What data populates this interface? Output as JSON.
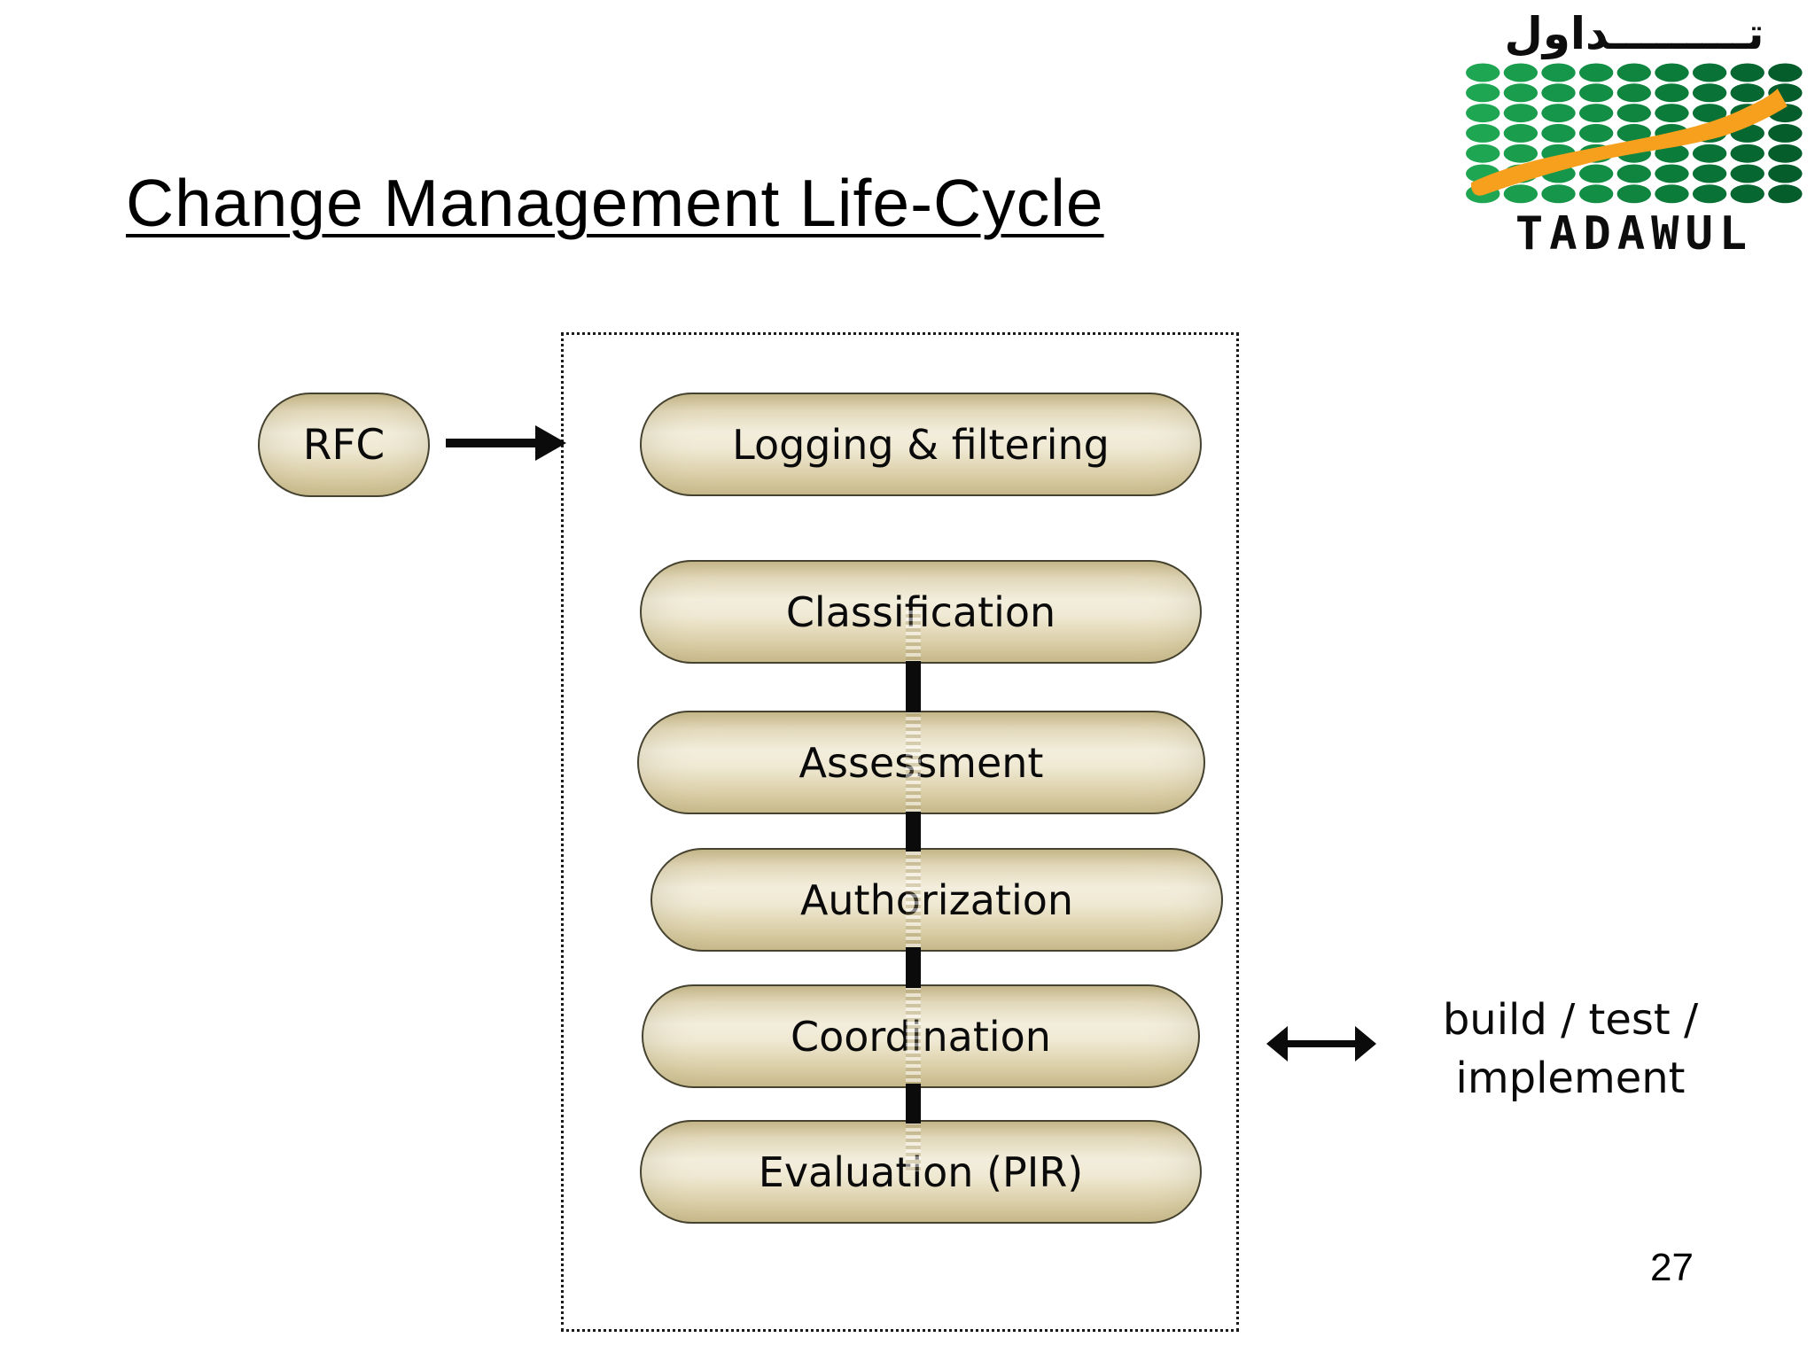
{
  "slide": {
    "title": "Change Management Life-Cycle",
    "page_number": "27"
  },
  "logo": {
    "arabic_text": "تـــــــــداول",
    "brand_name": "TADAWUL",
    "swoosh_color": "#F6A01E",
    "dot_columns": [
      "#1FA653",
      "#1A9E4E",
      "#16964A",
      "#128E45",
      "#0F8540",
      "#0C7C3B",
      "#097236",
      "#076731",
      "#055D2C"
    ]
  },
  "diagram": {
    "rfc_label": "RFC",
    "stages": [
      "Logging & filtering",
      "Classification",
      "Assessment",
      "Authorization",
      "Coordination",
      "Evaluation (PIR)"
    ],
    "side_note_line1": "build / test /",
    "side_note_line2": "implement"
  },
  "colors": {
    "pill_border": "#45422F",
    "pill_fill_center": "#F3EEDD",
    "pill_fill_edge": "#D0C294",
    "connector_black": "#0B0B0B",
    "boundary_dotted": "#1A1A1A"
  }
}
